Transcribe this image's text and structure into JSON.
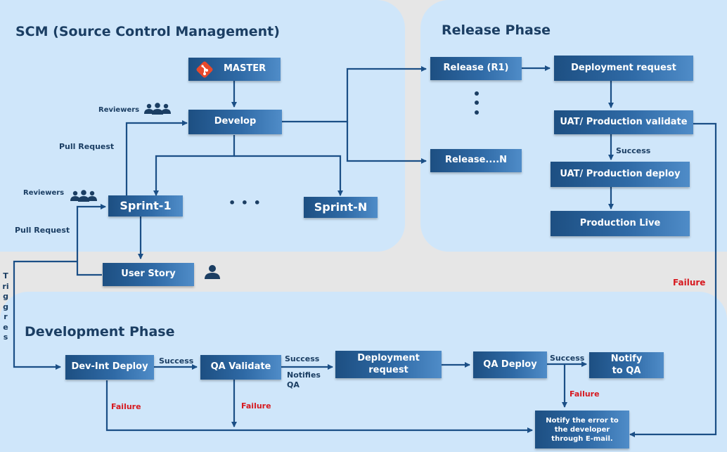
{
  "scm": {
    "title": "SCM (Source Control Management)",
    "master": "MASTER",
    "develop": "Develop",
    "sprint1": "Sprint-1",
    "sprintN": "Sprint-N",
    "user_story": "User Story",
    "reviewers_1": "Reviewers",
    "reviewers_2": "Reviewers",
    "pull_request_1": "Pull Request",
    "pull_request_2": "Pull Request",
    "ellipsis": "• • •"
  },
  "release": {
    "title": "Release Phase",
    "release_r1": "Release (R1)",
    "release_n": "Release....N",
    "deployment_request": "Deployment request",
    "uat_validate": "UAT/ Production validate",
    "success": "Success",
    "uat_deploy": "UAT/ Production deploy",
    "production_live": "Production Live",
    "failure": "Failure"
  },
  "triggers": "Triggres",
  "dev": {
    "title": "Development Phase",
    "dev_int_deploy": "Dev-Int Deploy",
    "success_1": "Success",
    "qa_validate": "QA Validate",
    "success_2": "Success",
    "notifies_qa": "Notifies QA",
    "deployment_request": "Deployment request",
    "qa_deploy": "QA Deploy",
    "success_3": "Success",
    "notify_qa": "Notify to QA",
    "failure_1": "Failure",
    "failure_2": "Failure",
    "failure_3": "Failure",
    "notify_error": "Notify the error to the developer through E-mail."
  },
  "colors": {
    "panel": "#cfe6fa",
    "box_dark": "#1d4f82",
    "box_light": "#4f8cc8",
    "line": "#1b4f86",
    "failure": "#d7191f",
    "git_icon": "#e8492b"
  },
  "icons": [
    "git-logo-icon",
    "reviewers-group-icon",
    "user-icon",
    "vertical-ellipsis-icon"
  ]
}
